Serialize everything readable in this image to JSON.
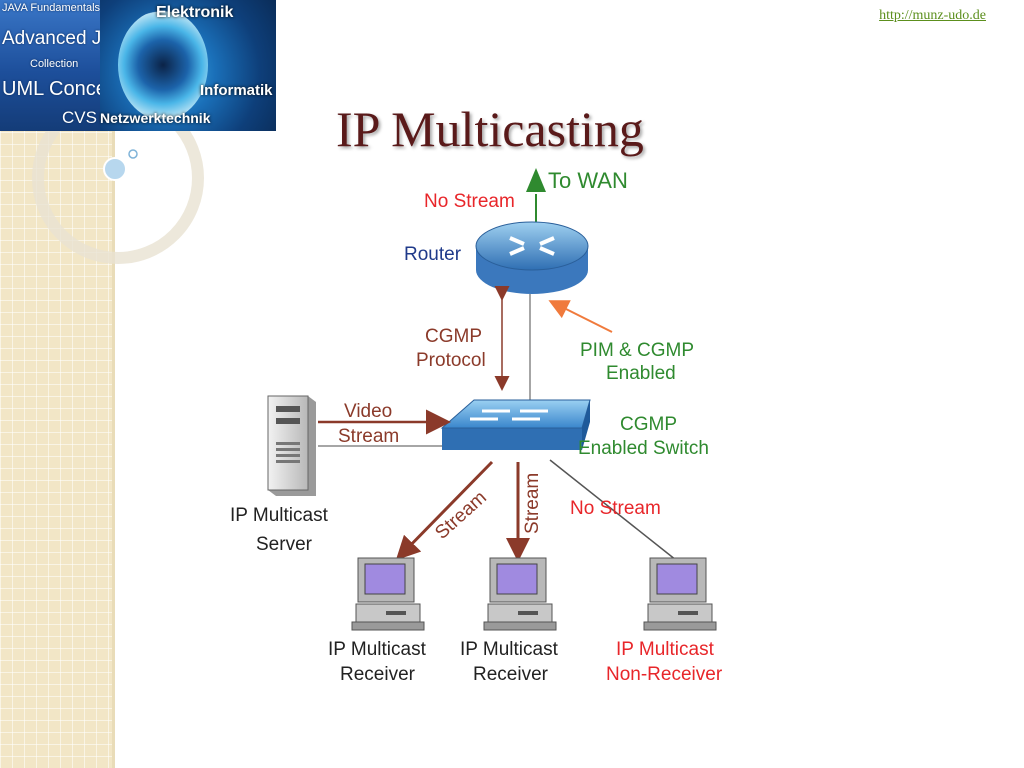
{
  "page_link": "http://munz-udo.de",
  "title": "IP Multicasting",
  "logo": {
    "left_lines": [
      "JAVA Fundamentals",
      "Advanced JAVA",
      "Collection",
      "UML Concepts",
      "CVS"
    ],
    "right_lines": [
      "Elektronik",
      "Informatik",
      "Netzwerktechnik"
    ]
  },
  "diagram": {
    "to_wan": "To WAN",
    "no_stream_top": "No Stream",
    "router": "Router",
    "cgmp_protocol": [
      "CGMP",
      "Protocol"
    ],
    "pim_cgmp": [
      "PIM & CGMP",
      "Enabled"
    ],
    "cgmp_switch": [
      "CGMP",
      "Enabled Switch"
    ],
    "video_stream": [
      "Video",
      "Stream"
    ],
    "server": [
      "IP Multicast",
      "Server"
    ],
    "stream_left": "Stream",
    "stream_middle": "Stream",
    "no_stream_right": "No Stream",
    "receiver1": [
      "IP Multicast",
      "Receiver"
    ],
    "receiver2": [
      "IP Multicast",
      "Receiver"
    ],
    "non_receiver": [
      "IP Multicast",
      "Non-Receiver"
    ]
  },
  "colors": {
    "title": "#5a1a1a",
    "link": "#5c8f1d",
    "green_text": "#2f8a2f",
    "red_text": "#e8262a",
    "brown_text": "#8b3a2a",
    "blue_text": "#1f3a8a",
    "orange_arrow": "#f07a3c"
  }
}
